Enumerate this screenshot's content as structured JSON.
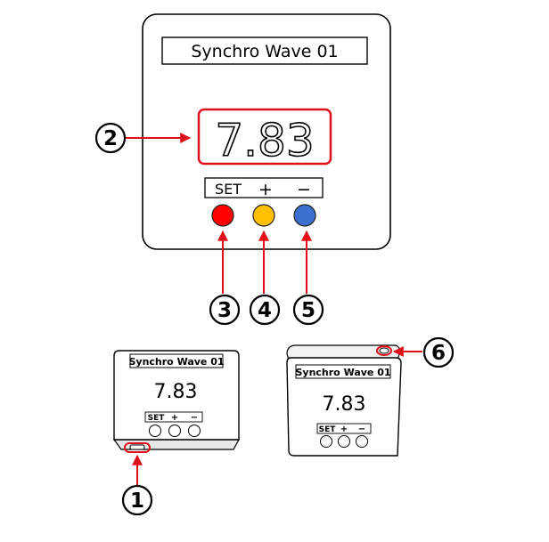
{
  "device": {
    "title": "Synchro Wave 01",
    "display_value": "7.83",
    "buttons": [
      "SET",
      "+",
      "−"
    ],
    "button_colors": {
      "set": "#ff0000",
      "plus": "#ffc000",
      "minus": "#3a6fd0"
    }
  },
  "small_device_left": {
    "title": "Synchro Wave 01",
    "display_value": "7.83",
    "buttons": [
      "SET",
      "+",
      "−"
    ]
  },
  "small_device_right": {
    "title": "Synchro Wave 01",
    "display_value": "7.83",
    "buttons": [
      "SET",
      "+",
      "−"
    ]
  },
  "callouts": {
    "c1": "1",
    "c2": "2",
    "c3": "3",
    "c4": "4",
    "c5": "5",
    "c6": "6"
  },
  "colors": {
    "highlight": "#e0101a",
    "arrow": "#e0101a"
  }
}
